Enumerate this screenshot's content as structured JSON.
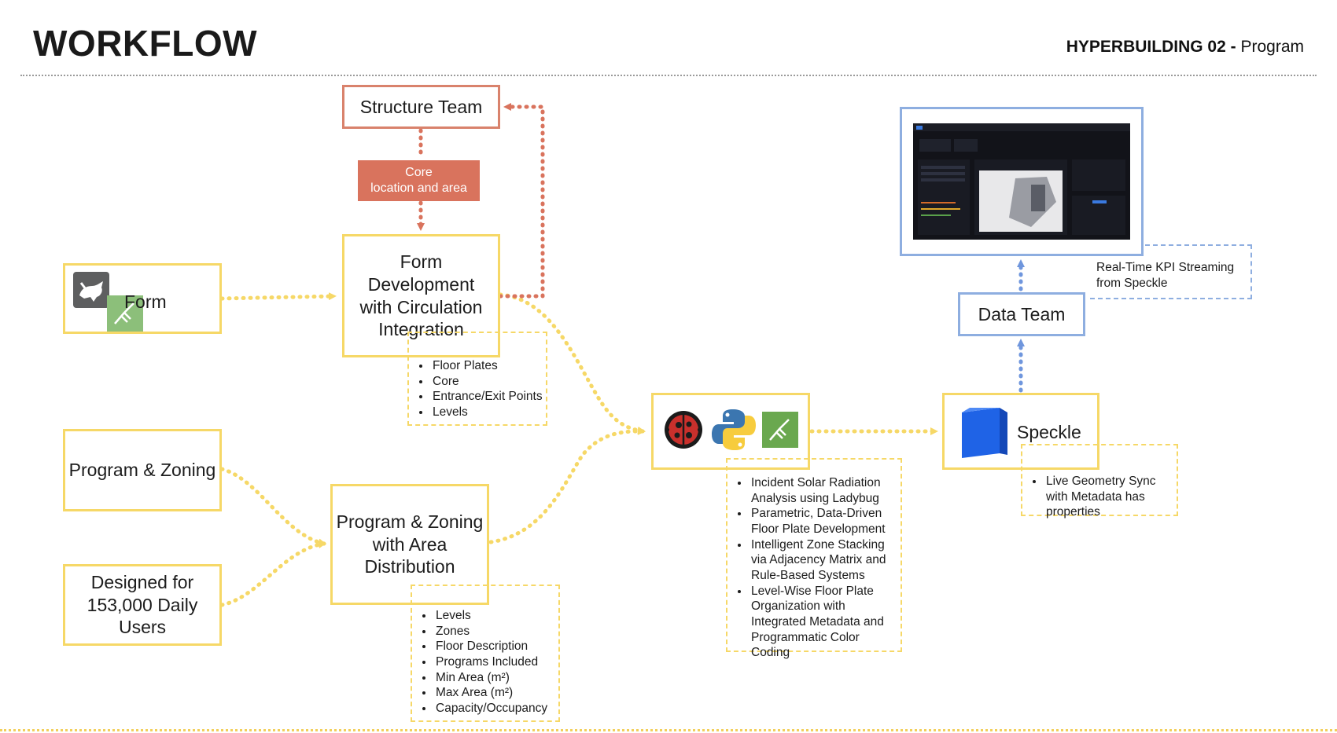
{
  "header": {
    "title": "WORKFLOW",
    "project": "HYPERBUILDING 02 -",
    "section": "Program"
  },
  "nodes": {
    "structure_team": "Structure Team",
    "core_location": "Core\nlocation and area",
    "form": "Form",
    "form_development": "Form Development\nwith Circulation\nIntegration",
    "program_zoning": "Program & Zoning",
    "designed_for": "Designed for\n153,000 Daily Users",
    "program_distribution": "Program & Zoning\nwith Area\nDistribution",
    "speckle": "Speckle",
    "data_team": "Data Team",
    "kpi_note": "Real-Time KPI Streaming from Speckle"
  },
  "lists": {
    "form_development": [
      "Floor Plates",
      "Core",
      "Entrance/Exit Points",
      "Levels"
    ],
    "program_distribution": [
      "Levels",
      "Zones",
      "Floor Description",
      "Programs Included",
      "Min Area (m²)",
      "Max Area (m²)",
      "Capacity/Occupancy"
    ],
    "analysis": [
      "Incident Solar Radiation Analysis using Ladybug",
      "Parametric, Data-Driven Floor Plate Development",
      "Intelligent Zone Stacking via Adjacency Matrix and Rule-Based Systems",
      "Level-Wise Floor Plate Organization with Integrated Metadata and Programmatic Color Coding"
    ],
    "speckle": [
      "Live Geometry Sync with Metadata has properties"
    ]
  },
  "icons": {
    "rhino": "rhino-icon",
    "grasshopper": "grasshopper-icon",
    "ladybug": "ladybug-icon",
    "python": "python-icon",
    "speckle": "speckle-cube-icon",
    "dashboard": "dashboard-screenshot"
  },
  "colors": {
    "yellow": "#f6d867",
    "red": "#d9735d",
    "blue": "#8eaee0",
    "blue_arrow": "#6f96dd"
  }
}
